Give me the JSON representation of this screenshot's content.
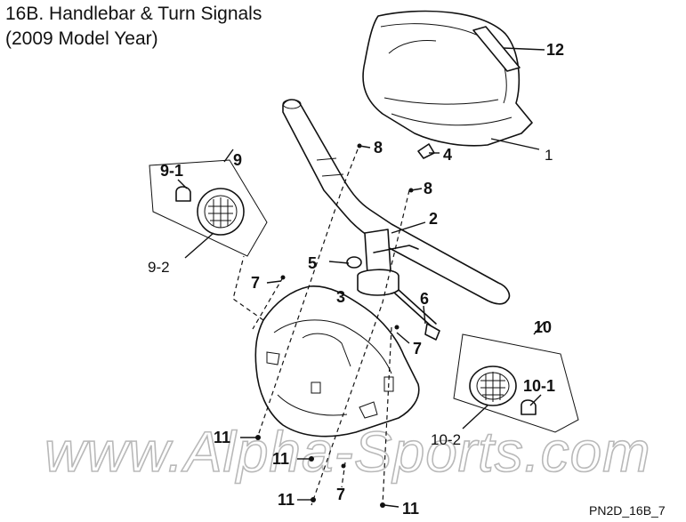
{
  "title": {
    "line1": "16B. Handlebar & Turn Signals",
    "line2": "(2009 Model Year)"
  },
  "callouts": {
    "c1": "1",
    "c2": "2",
    "c3": "3",
    "c4": "4",
    "c5": "5",
    "c6": "6",
    "c7a": "7",
    "c7b": "7",
    "c7c": "7",
    "c8a": "8",
    "c8b": "8",
    "c9": "9",
    "c9_1": "9-1",
    "c9_2": "9-2",
    "c10": "10",
    "c10_1": "10-1",
    "c10_2": "10-2",
    "c11a": "11",
    "c11b": "11",
    "c11c": "11",
    "c11d": "11",
    "c12": "12"
  },
  "watermark": "www.Alpha-Sports.com",
  "diagram_code": "PN2D_16B_7"
}
